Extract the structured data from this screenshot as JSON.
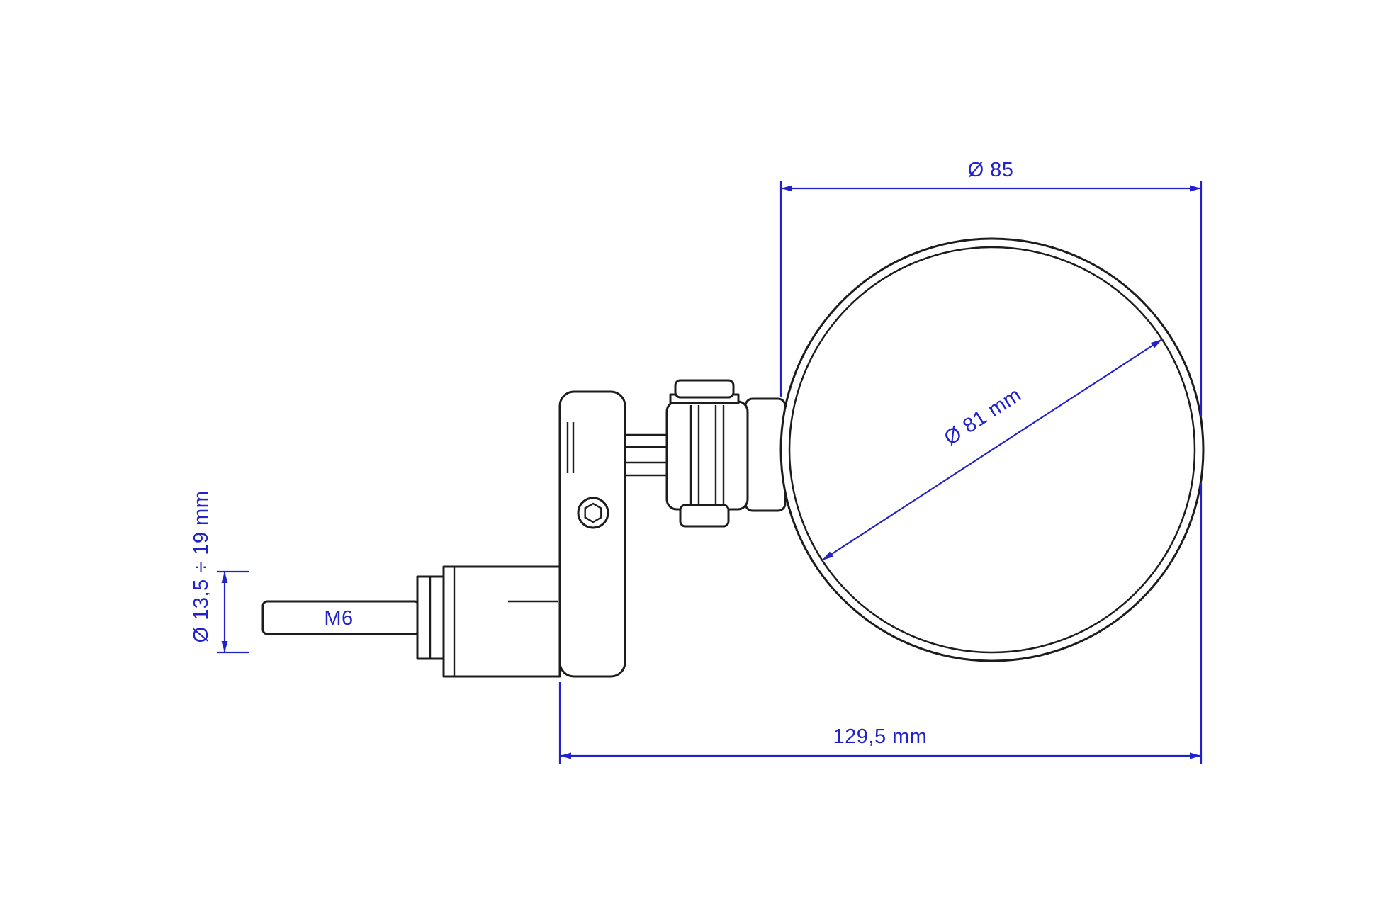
{
  "diagram": {
    "colors": {
      "line": "#1c1c1c",
      "dim": "#2222cb",
      "bg": "#ffffff"
    },
    "labels": {
      "outer_diameter": "Ø 85",
      "glass_diameter": "Ø 81 mm",
      "clamp_range": "Ø 13,5 ÷ 19 mm",
      "overall_length": "129,5 mm",
      "thread": "M6"
    }
  }
}
